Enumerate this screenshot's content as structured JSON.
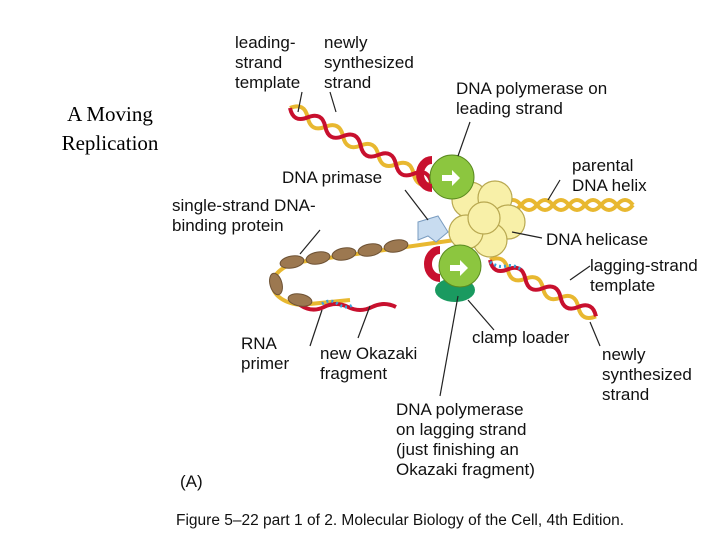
{
  "slide_title": [
    "A Moving",
    "Replication"
  ],
  "labels": {
    "leading_template": [
      "leading-",
      "strand",
      "template"
    ],
    "newly_synth_top": [
      "newly",
      "synthesized",
      "strand"
    ],
    "pol_leading": [
      "DNA polymerase on",
      "leading strand"
    ],
    "primase": [
      "DNA primase"
    ],
    "parental": [
      "parental",
      "DNA helix"
    ],
    "ssb": [
      "single-strand DNA-",
      "binding protein"
    ],
    "helicase": [
      "DNA helicase"
    ],
    "lagging_template": [
      "lagging-strand",
      "template"
    ],
    "rna_primer": [
      "RNA",
      "primer"
    ],
    "okazaki": [
      "new Okazaki",
      "fragment"
    ],
    "clamp": [
      "clamp loader"
    ],
    "newly_synth_bottom": [
      "newly",
      "synthesized",
      "strand"
    ],
    "pol_lagging": [
      "DNA polymerase",
      "on lagging strand",
      "(just finishing an",
      "Okazaki fragment)"
    ]
  },
  "panel_label": "(A)",
  "caption": "Figure 5–22 part 1 of 2. Molecular Biology of the Cell, 4th Edition.",
  "colors": {
    "template_strand": "#e8b830",
    "new_strand": "#c8102e",
    "rna_primer": "#3aa0d8",
    "polymerase": "#8cc63f",
    "helicase": "#f8f0a8",
    "clamp_loader": "#1a9a60",
    "primase": "#c8dcf0",
    "ssb": "#9c7850"
  }
}
